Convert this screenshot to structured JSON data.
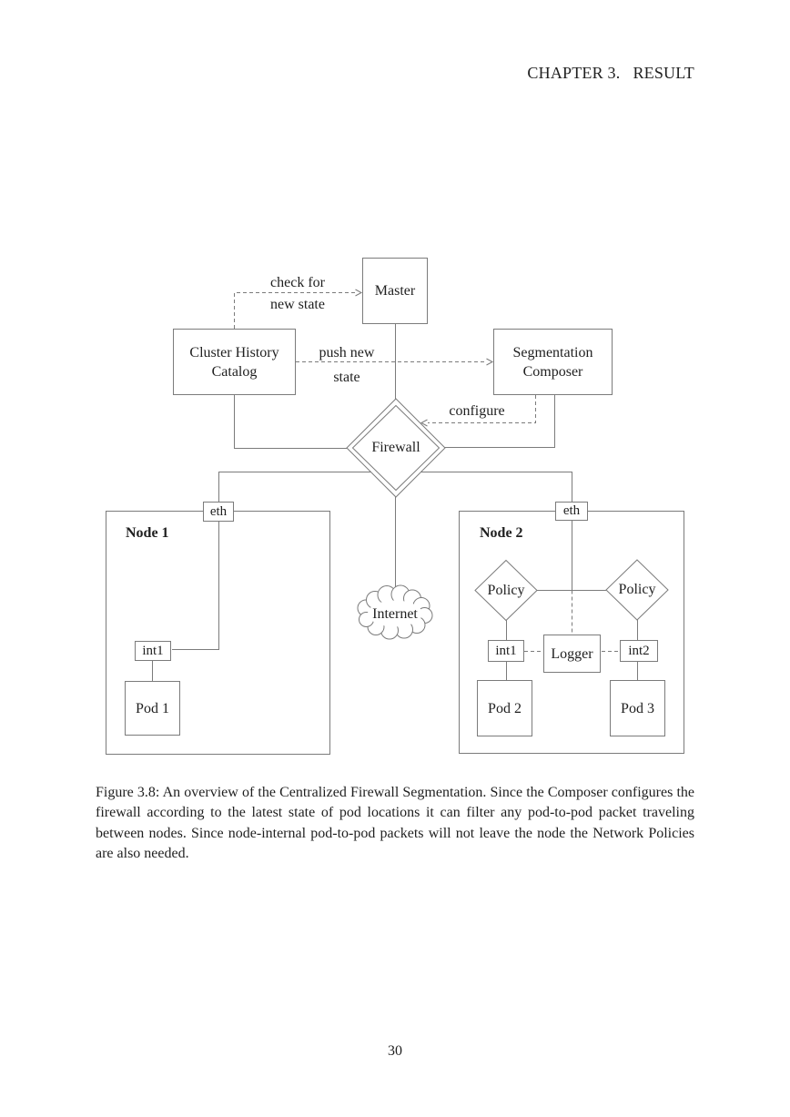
{
  "header": {
    "chapter": "CHAPTER 3.",
    "title": "RESULT"
  },
  "figure": {
    "master_label": "Master",
    "catalog": {
      "line1": "Cluster History",
      "line2": "Catalog"
    },
    "composer": {
      "line1": "Segmentation",
      "line2": "Composer"
    },
    "firewall_label": "Firewall",
    "internet_label": "Internet",
    "edges": {
      "check": {
        "line1": "check for",
        "line2": "new state"
      },
      "push": {
        "line1": "push new",
        "line2": "state"
      },
      "configure": "configure"
    },
    "node1": {
      "title": "Node 1",
      "eth": "eth",
      "int1": "int1",
      "pod1": "Pod 1"
    },
    "node2": {
      "title": "Node 2",
      "eth": "eth",
      "policy_left": "Policy",
      "policy_right": "Policy",
      "int1": "int1",
      "logger": "Logger",
      "int2": "int2",
      "pod2": "Pod 2",
      "pod3": "Pod 3"
    }
  },
  "caption": "Figure 3.8: An overview of the Centralized Firewall Segmentation. Since the Composer configures the firewall according to the latest state of pod locations it can filter any pod-to-pod packet traveling between nodes. Since node-internal pod-to-pod packets will not leave the node the Network Policies are also needed.",
  "footer": {
    "page_number": "30"
  },
  "colors": {
    "line": "#7b7b7b",
    "text": "#1f1f1f",
    "background": "#ffffff"
  }
}
